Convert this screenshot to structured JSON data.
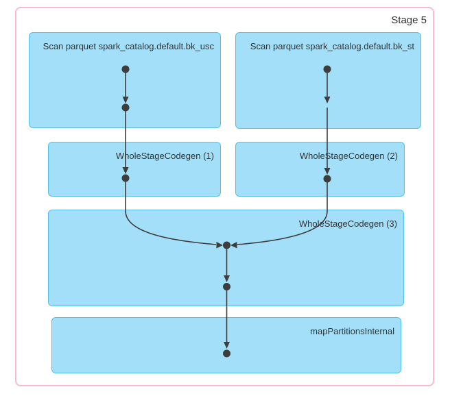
{
  "stage": {
    "label": "Stage 5"
  },
  "nodes": {
    "scan_bk_usc": {
      "label": "Scan parquet spark_catalog.default.bk_usc"
    },
    "scan_bk_st": {
      "label": "Scan parquet spark_catalog.default.bk_st"
    },
    "wholestagecodegen_1": {
      "label": "WholeStageCodegen (1)"
    },
    "wholestagecodegen_2": {
      "label": "WholeStageCodegen (2)"
    },
    "wholestagecodegen_3": {
      "label": "WholeStageCodegen (3)"
    },
    "map_partitions_internal": {
      "label": "mapPartitionsInternal"
    }
  },
  "edges": [
    {
      "from": "scan_bk_usc",
      "to": "wholestagecodegen_1"
    },
    {
      "from": "scan_bk_st",
      "to": "wholestagecodegen_2"
    },
    {
      "from": "wholestagecodegen_1",
      "to": "wholestagecodegen_3"
    },
    {
      "from": "wholestagecodegen_2",
      "to": "wholestagecodegen_3"
    },
    {
      "from": "wholestagecodegen_3",
      "to": "map_partitions_internal"
    }
  ],
  "colors": {
    "node_fill": "#A3DFF9",
    "node_border": "#53C1EE",
    "stage_border": "#F7BCCE",
    "edge": "#3D3D3D",
    "text": "#333333"
  }
}
